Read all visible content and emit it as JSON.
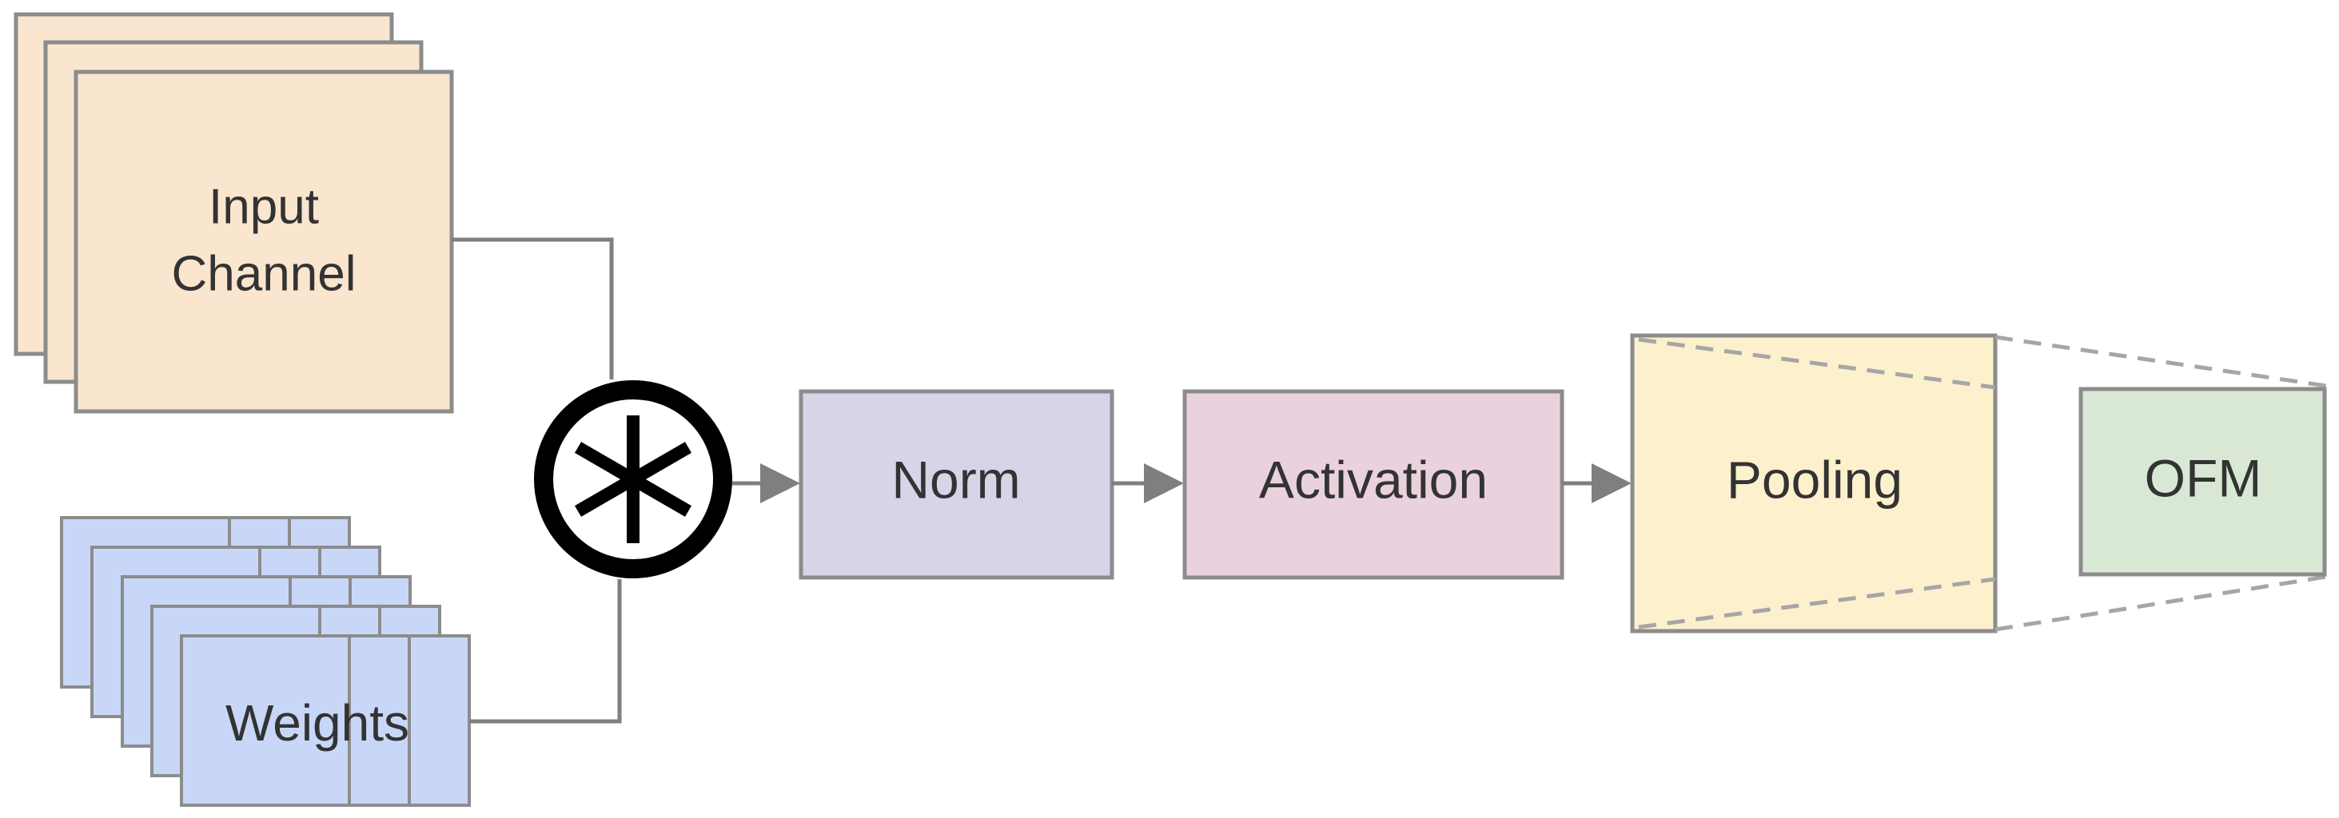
{
  "nodes": {
    "input_channel": {
      "line1": "Input",
      "line2": "Channel"
    },
    "weights": {
      "label": "Weights"
    },
    "conv_operator": {
      "symbol": "convolution-asterisk"
    },
    "norm": {
      "label": "Norm"
    },
    "activation": {
      "label": "Activation"
    },
    "pooling": {
      "label": "Pooling"
    },
    "ofm": {
      "label": "OFM"
    }
  },
  "colors": {
    "input_channel_fill": "#FAE5CE",
    "weights_fill": "#C8D7F8",
    "norm_fill": "#D9D3E7",
    "activation_fill": "#E9D2DD",
    "pooling_fill": "#FCF0CD",
    "ofm_fill": "#D8E8D5",
    "border": "#8C8C8C",
    "connector": "#7F7F7F",
    "operator": "#000000"
  }
}
